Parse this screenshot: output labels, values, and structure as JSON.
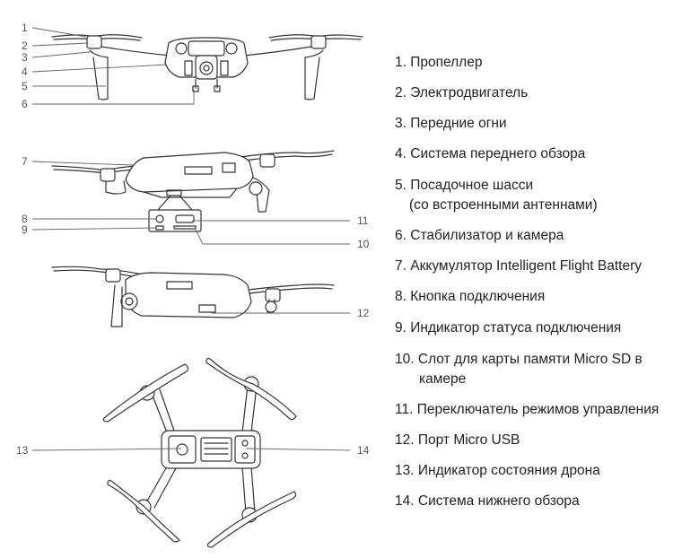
{
  "legend": [
    {
      "num": "1.",
      "text": "Пропеллер",
      "cont": ""
    },
    {
      "num": "2.",
      "text": "Электродвигатель",
      "cont": ""
    },
    {
      "num": "3.",
      "text": "Передние огни",
      "cont": ""
    },
    {
      "num": "4.",
      "text": "Система переднего обзора",
      "cont": ""
    },
    {
      "num": "5.",
      "text": "Посадочное шасси",
      "cont": "(со встроенными антеннами)"
    },
    {
      "num": "6.",
      "text": "Стабилизатор и камера",
      "cont": ""
    },
    {
      "num": "7.",
      "text": "Аккумулятор Intelligent Flight Battery",
      "cont": ""
    },
    {
      "num": "8.",
      "text": "Кнопка подключения",
      "cont": ""
    },
    {
      "num": "9.",
      "text": "Индикатор статуса подключения",
      "cont": ""
    },
    {
      "num": "10.",
      "text": "Слот для карты памяти Micro SD в",
      "cont": "камере"
    },
    {
      "num": "11.",
      "text": "Переключатель режимов управления",
      "cont": ""
    },
    {
      "num": "12.",
      "text": "Порт Micro USB",
      "cont": ""
    },
    {
      "num": "13.",
      "text": "Индикатор состояния дрона",
      "cont": ""
    },
    {
      "num": "14.",
      "text": "Система нижнего обзора",
      "cont": ""
    }
  ],
  "callouts": {
    "c1": "1",
    "c2": "2",
    "c3": "3",
    "c4": "4",
    "c5": "5",
    "c6": "6",
    "c7": "7",
    "c8": "8",
    "c9": "9",
    "c10": "10",
    "c11": "11",
    "c12": "12",
    "c13": "13",
    "c14": "14"
  }
}
